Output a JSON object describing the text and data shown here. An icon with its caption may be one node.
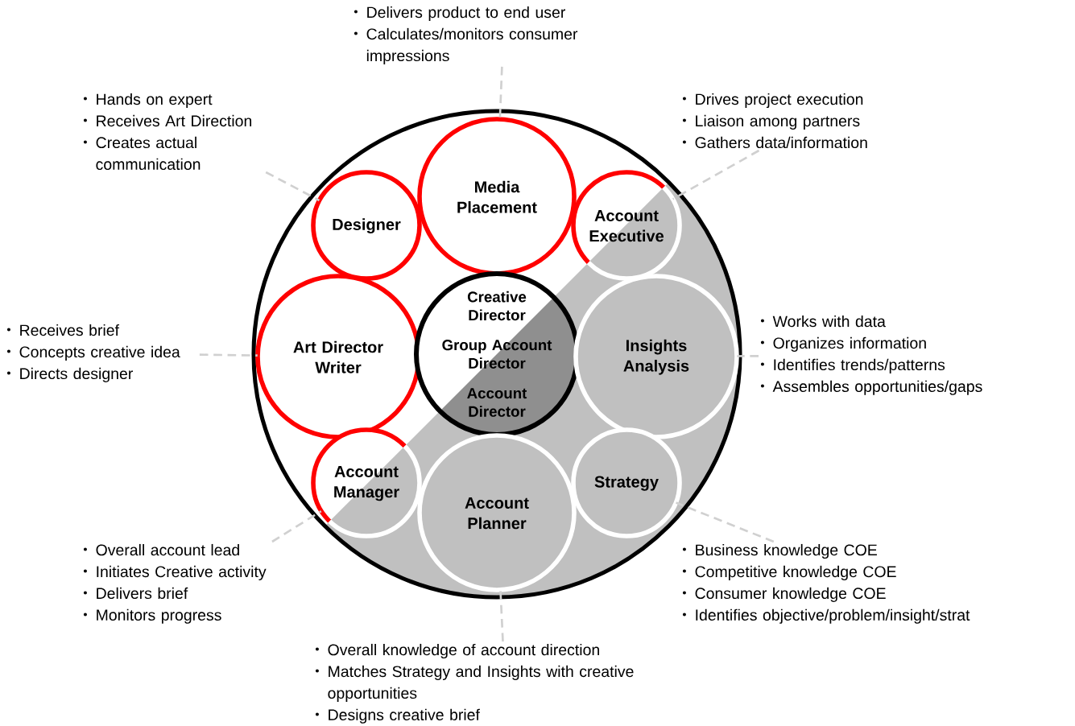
{
  "diagram": {
    "nodes": [
      {
        "text": [],
        "shape": "circle"
      },
      {
        "text": [
          "Media Placement"
        ],
        "in": 0
      },
      {
        "text": [
          "Designer"
        ],
        "in": 0
      },
      {
        "text": [
          "Account Executive"
        ],
        "in": 0
      },
      {
        "text": [
          "Art Director Writer"
        ],
        "in": 0
      },
      {
        "text": [
          "Creative Director",
          "Group Account Director",
          "Account Director"
        ],
        "in": 0
      },
      {
        "text": [
          "Insights Analysis"
        ],
        "in": 0
      },
      {
        "text": [
          "Account Manager"
        ],
        "in": 0
      },
      {
        "text": [
          "Account Planner"
        ],
        "in": 0
      },
      {
        "text": [
          "Strategy"
        ],
        "in": 0
      },
      {
        "text": [
          "Delivers product to end user",
          "Calculates/monitors consumer impressions"
        ]
      },
      {
        "text": [
          "Hands on expert",
          "Receives Art Direction",
          "Creates actual communication"
        ]
      },
      {
        "text": [
          "Drives project execution",
          "Liaison among partners",
          "Gathers data/information"
        ]
      },
      {
        "text": [
          "Receives brief",
          "Concepts creative idea",
          "Directs designer"
        ]
      },
      {
        "text": [
          "Works with data",
          "Organizes information",
          "Identifies trends/patterns",
          "Assembles opportunities/gaps"
        ]
      },
      {
        "text": [
          "Overall account lead",
          "Initiates Creative activity",
          "Delivers brief",
          "Monitors progress"
        ]
      },
      {
        "text": [
          "Business knowledge COE",
          "Competitive knowledge COE",
          "Consumer knowledge COE",
          "Identifies objective/problem/insight/strat"
        ]
      },
      {
        "text": [
          "Overall knowledge of account direction",
          "Matches Strategy and Insights with creative opportunities",
          "Designs creative brief"
        ]
      }
    ],
    "edges": [
      {
        "from": 10,
        "to": 1,
        "arrow": "none",
        "style": "dashed"
      },
      {
        "from": 11,
        "to": 2,
        "arrow": "none",
        "style": "dashed"
      },
      {
        "from": 12,
        "to": 3,
        "arrow": "none",
        "style": "dashed"
      },
      {
        "from": 13,
        "to": 4,
        "arrow": "none",
        "style": "dashed"
      },
      {
        "from": 14,
        "to": 6,
        "arrow": "none",
        "style": "dashed"
      },
      {
        "from": 15,
        "to": 7,
        "arrow": "none",
        "style": "dashed"
      },
      {
        "from": 16,
        "to": 9,
        "arrow": "none",
        "style": "dashed"
      },
      {
        "from": 17,
        "to": 8,
        "arrow": "none",
        "style": "dashed"
      }
    ]
  }
}
